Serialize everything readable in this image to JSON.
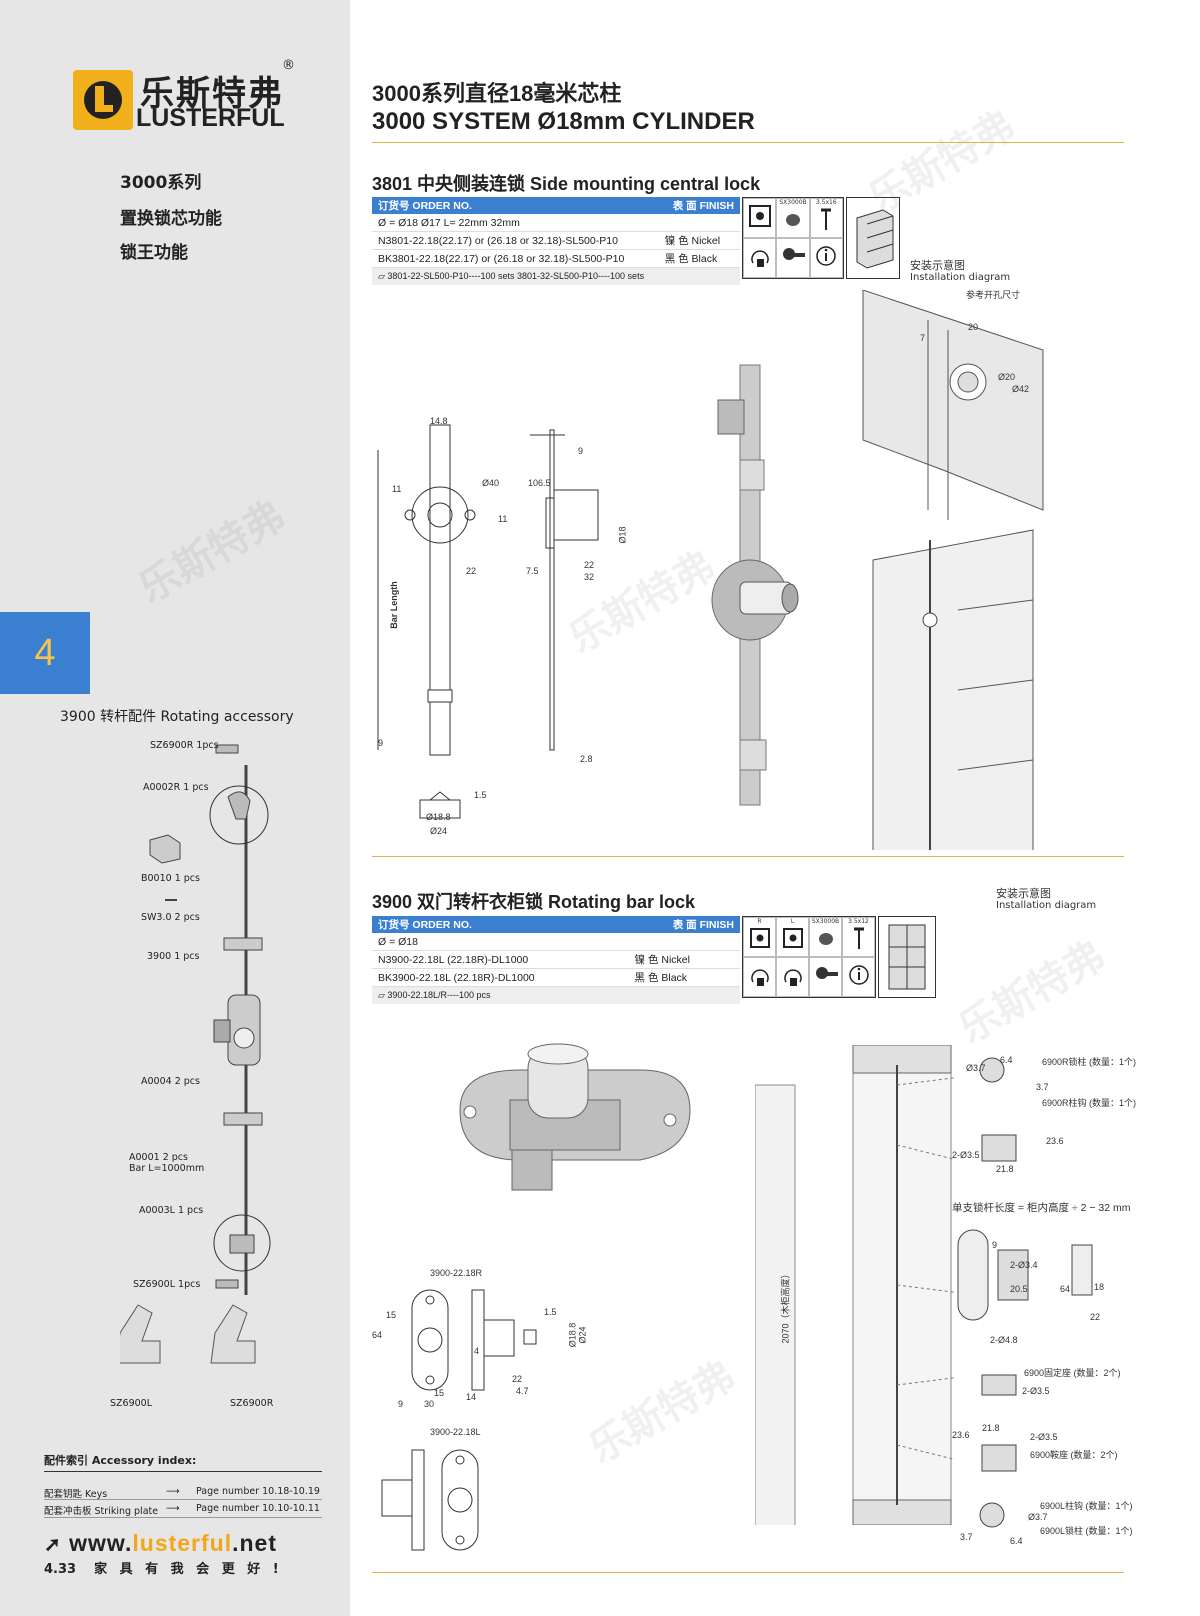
{
  "brand": {
    "cn": "乐斯特弗",
    "en": "LUSTERFUL",
    "reg": "®"
  },
  "sidebar": {
    "features": [
      "3000系列",
      "置换锁芯功能",
      "锁王功能"
    ],
    "chapter": "4",
    "rotating_title": "3900 转杆配件 Rotating accessory",
    "parts": [
      {
        "label": "SZ6900R 1pcs"
      },
      {
        "label": "A0002R  1 pcs"
      },
      {
        "label": "B0010  1 pcs"
      },
      {
        "label": "SW3.0  2 pcs"
      },
      {
        "label": "3900  1 pcs"
      },
      {
        "label": "A0004  2 pcs"
      },
      {
        "label": "A0001  2 pcs"
      },
      {
        "label": "Bar L=1000mm"
      },
      {
        "label": "A0003L  1 pcs"
      },
      {
        "label": "SZ6900L 1pcs"
      },
      {
        "label": "SZ6900L"
      },
      {
        "label": "SZ6900R"
      }
    ],
    "accessory_index": {
      "title": "配件索引 Accessory index:",
      "rows": [
        {
          "name": "配套钥匙 Keys",
          "page": "Page number 10.18-10.19"
        },
        {
          "name": "配套冲击板 Striking plate",
          "page": "Page number 10.10-10.11"
        }
      ]
    },
    "website": {
      "pre": "www.",
      "em": "lusterful",
      "post": ".net"
    },
    "page_number": "4.33",
    "slogan": "家 具 有 我 会 更 好 !"
  },
  "header": {
    "title_cn": "3000系列直径18毫米芯柱",
    "title_en": "3000 SYSTEM Ø18mm CYLINDER"
  },
  "section1": {
    "title": "3801 中央侧装连锁 Side mounting central lock",
    "head_order": "订货号 ORDER NO.",
    "head_finish": "表 面 FINISH",
    "size_row": "Ø =   Ø18    Ø17                L=    22mm    32mm",
    "rows": [
      {
        "order": "N3801-22.18(22.17) or (26.18 or 32.18)-SL500-P10",
        "finish": "镍 色 Nickel"
      },
      {
        "order": "BK3801-22.18(22.17) or (26.18 or 32.18)-SL500-P10",
        "finish": "黑 色 Black"
      }
    ],
    "pack": "3801-22-SL500-P10----100 sets    3801-32-SL500-P10----100 sets",
    "icon_labels": [
      "SX3000B",
      "3.5x16"
    ],
    "install_cn": "安装示意图",
    "install_en": "Installation diagram",
    "ref_hole": "参考开孔尺寸",
    "dims": {
      "d14_8": "14.8",
      "d11a": "11",
      "d11b": "11",
      "d40": "Ø40",
      "d22": "22",
      "bar_length": "Bar Length",
      "d9a": "9",
      "d9b": "9",
      "d106_5": "106.5",
      "d18": "Ø18",
      "d7_5": "7.5",
      "d22b": "22",
      "d32": "32",
      "d2_8": "2.8",
      "d1_5": "1.5",
      "d18_8": "Ø18.8",
      "d24": "Ø24",
      "d7": "7",
      "d20": "20",
      "d20c": "Ø20",
      "d42": "Ø42"
    }
  },
  "section2": {
    "title": "3900 双门转杆衣柜锁 Rotating bar lock",
    "head_order": "订货号 ORDER NO.",
    "head_finish": "表 面 FINISH",
    "size_row": "Ø =   Ø18",
    "rows": [
      {
        "order": "N3900-22.18L (22.18R)-DL1000",
        "finish": "镍 色 Nickel"
      },
      {
        "order": "BK3900-22.18L (22.18R)-DL1000",
        "finish": "黑 色 Black"
      }
    ],
    "pack": "3900-22.18L/R----100 pcs",
    "icon_labels": [
      "R",
      "L",
      "SX3000B",
      "3.5x12"
    ],
    "install_cn": "安装示意图",
    "install_en": "Installation diagram",
    "drawing_r": "3900-22.18R",
    "drawing_l": "3900-22.18L",
    "dims": {
      "d15": "15",
      "d64": "64",
      "d9": "9",
      "d30": "30",
      "d15b": "15",
      "d14": "14",
      "d4": "4",
      "d22": "22",
      "d4_7": "4.7",
      "d1_5": "1.5",
      "d18_8": "Ø18.8",
      "d24": "Ø24",
      "d2070": "2070（木柜高度）",
      "d6_4": "6.4",
      "d3_7": "Ø3.7",
      "d3_7b": "3.7",
      "d23_6": "23.6",
      "d2_3_5": "2-Ø3.5",
      "d21_8": "21.8",
      "d9c": "9",
      "d2_3_4": "2-Ø3.4",
      "d20_5": "20.5",
      "d64b": "64",
      "d18": "18",
      "d22c": "22",
      "d2_4_8": "2-Ø4.8",
      "d2_3_5b": "2-Ø3.5",
      "d23_6b": "23.6",
      "d21_8b": "21.8",
      "d2_3_5c": "2-Ø3.5",
      "d3_7c": "Ø3.7",
      "d3_7d": "3.7",
      "d6_4b": "6.4"
    },
    "notes": {
      "n1": "6900R锁柱 (数量：1个)",
      "n2": "6900R柱钩 (数量：1个)",
      "formula": "单支锁杆长度 = 柜内高度 ÷ 2 − 32 mm",
      "n3": "6900固定座 (数量：2个)",
      "n4": "6900鞍座 (数量：2个)",
      "n5": "6900L柱钩 (数量：1个)",
      "n6": "6900L锁柱 (数量：1个)"
    }
  },
  "colors": {
    "accent_blue": "#3b7fd0",
    "logo_yellow": "#f2b11c",
    "rule_gold": "#e2b24a",
    "web_orange": "#f2a71a"
  }
}
